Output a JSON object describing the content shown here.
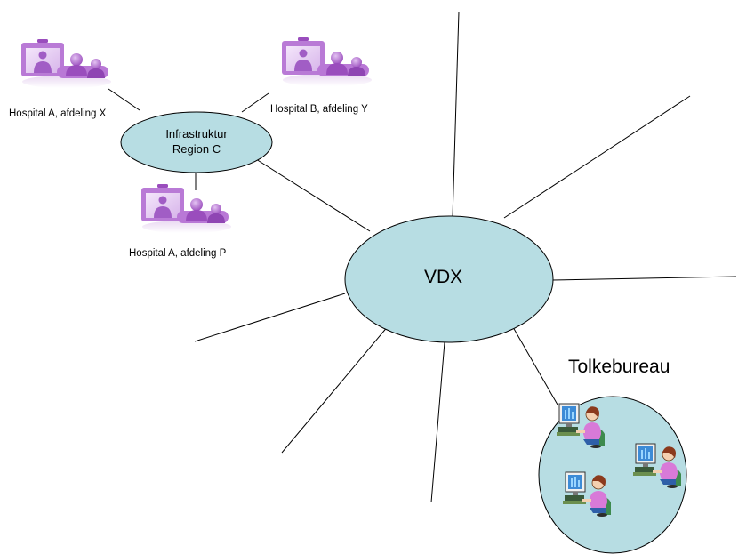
{
  "nodes": {
    "vdx": {
      "label": "VDX"
    },
    "infrastructure": {
      "line1": "Infrastruktur",
      "line2": "Region C"
    },
    "interpreter_bureau": {
      "label": "Tolkebureau"
    }
  },
  "endpoints": {
    "hospital_a_x": "Hospital A, afdeling X",
    "hospital_b_y": "Hospital B, afdeling Y",
    "hospital_a_p": "Hospital A, afdeling P"
  },
  "icons": {
    "videoconference": "videoconference-room-icon",
    "interpreter": "interpreter-workstation-icon"
  },
  "colors": {
    "node_fill": "#b7dde3",
    "node_stroke": "#000000",
    "vc_purple": "#a864c8",
    "person_purple": "#9a4dbd"
  }
}
